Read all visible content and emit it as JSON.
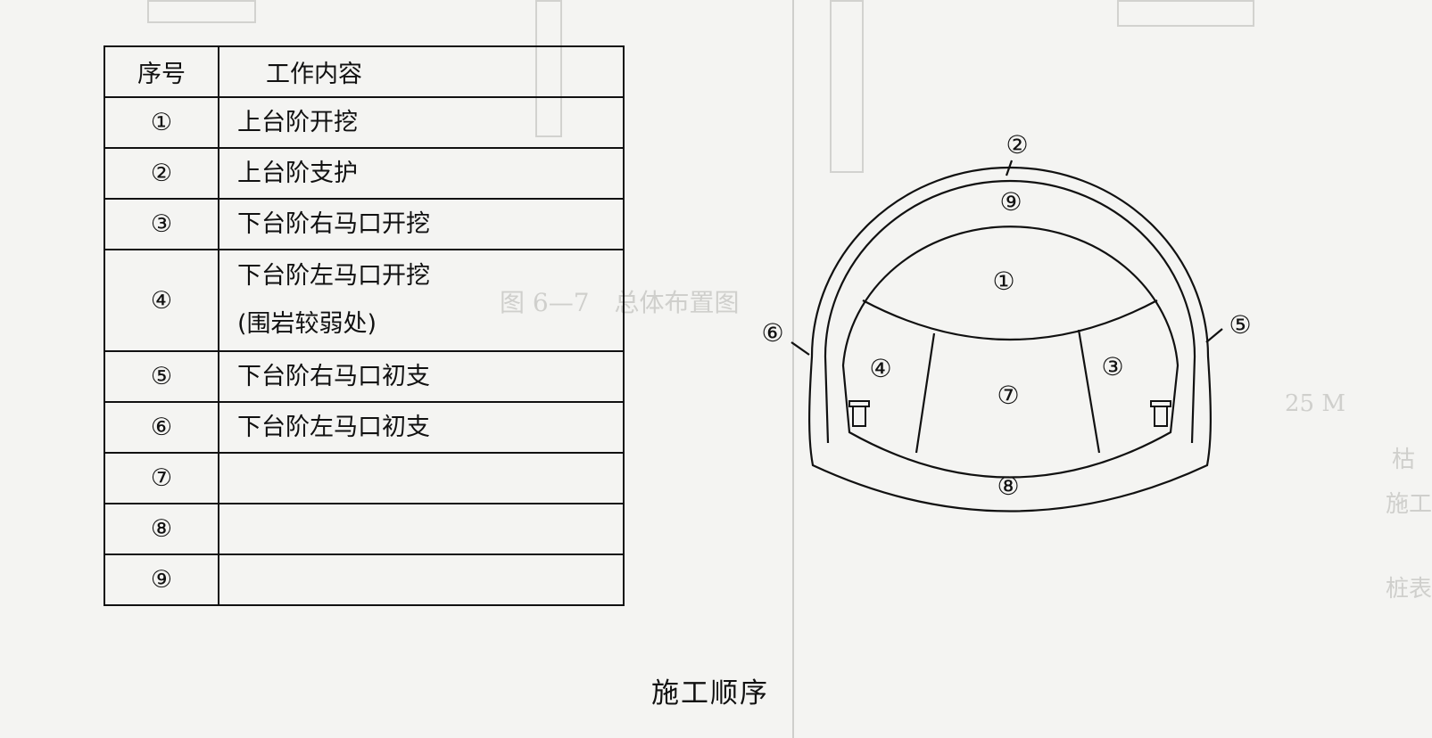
{
  "table": {
    "headers": [
      "序号",
      "工作内容"
    ],
    "rows": [
      {
        "no": "①",
        "content": [
          "上台阶开挖"
        ]
      },
      {
        "no": "②",
        "content": [
          "上台阶支护"
        ]
      },
      {
        "no": "③",
        "content": [
          "下台阶右马口开挖"
        ]
      },
      {
        "no": "④",
        "content": [
          "下台阶左马口开挖",
          "(围岩较弱处)"
        ]
      },
      {
        "no": "⑤",
        "content": [
          "下台阶右马口初支"
        ]
      },
      {
        "no": "⑥",
        "content": [
          "下台阶左马口初支"
        ]
      },
      {
        "no": "⑦",
        "content": [
          ""
        ]
      },
      {
        "no": "⑧",
        "content": [
          ""
        ]
      },
      {
        "no": "⑨",
        "content": [
          ""
        ]
      }
    ]
  },
  "diagram": {
    "labels": {
      "l1": "①",
      "l2": "②",
      "l3": "③",
      "l4": "④",
      "l5": "⑤",
      "l6": "⑥",
      "l7": "⑦",
      "l8": "⑧",
      "l9": "⑨"
    }
  },
  "caption": "施工顺序"
}
